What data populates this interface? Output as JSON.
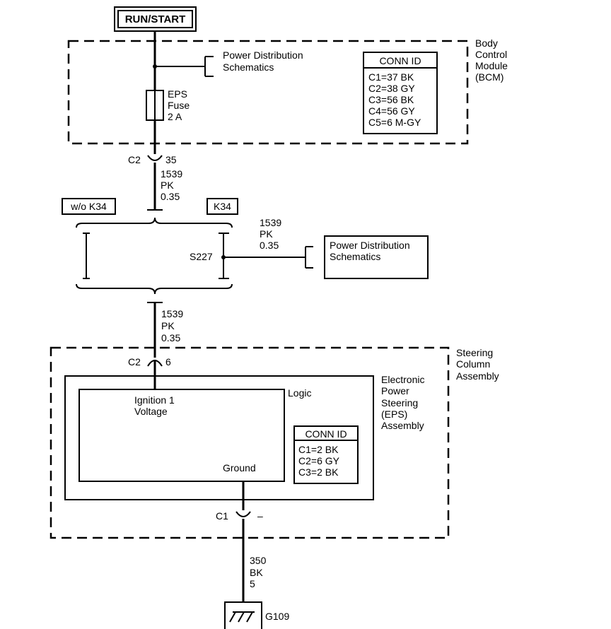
{
  "power_source": "RUN/START",
  "bcm": {
    "name_lines": [
      "Body",
      "Control",
      "Module",
      "(BCM)"
    ],
    "power_dist_lines": [
      "Power Distribution",
      "Schematics"
    ],
    "fuse_lines": [
      "EPS",
      "Fuse",
      "2 A"
    ],
    "conn_id_title": "CONN ID",
    "conn_ids": [
      "C1=37 BK",
      "C2=38 GY",
      "C3=56 BK",
      "C4=56 GY",
      "C5=6 M-GY"
    ],
    "connector": "C2",
    "pin": "35"
  },
  "wire1": [
    "1539",
    "PK",
    "0.35"
  ],
  "option_without": "w/o K34",
  "option_with": "K34",
  "splice": "S227",
  "wire_splice": [
    "1539",
    "PK",
    "0.35"
  ],
  "power_dist_box_lines": [
    "Power Distribution",
    "Schematics"
  ],
  "wire2": [
    "1539",
    "PK",
    "0.35"
  ],
  "steering": {
    "name_lines": [
      "Steering",
      "Column",
      "Assembly"
    ],
    "connector": "C2",
    "pin": "6"
  },
  "eps": {
    "name_lines": [
      "Electronic",
      "Power",
      "Steering",
      "(EPS)",
      "Assembly"
    ],
    "logic": "Logic",
    "ignition_lines": [
      "Ignition 1",
      "Voltage"
    ],
    "ground": "Ground",
    "conn_id_title": "CONN ID",
    "conn_ids": [
      "C1=2 BK",
      "C2=6 GY",
      "C3=2 BK"
    ]
  },
  "c1": {
    "connector": "C1",
    "pin": "–"
  },
  "wire3": [
    "350",
    "BK",
    "5"
  ],
  "ground_id": "G109"
}
